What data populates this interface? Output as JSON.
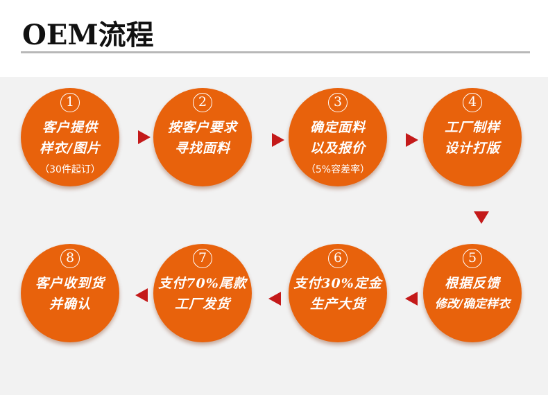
{
  "title": "OEM流程",
  "steps": [
    {
      "num": "1",
      "lines": [
        "客户提供",
        "样衣/图片"
      ],
      "note": "（30件起订）"
    },
    {
      "num": "2",
      "lines": [
        "按客户要求",
        "寻找面料"
      ],
      "note": ""
    },
    {
      "num": "3",
      "lines": [
        "确定面料",
        "以及报价"
      ],
      "note": "（5%容差率）"
    },
    {
      "num": "4",
      "lines": [
        "工厂制样",
        "设计打版"
      ],
      "note": ""
    },
    {
      "num": "5",
      "lines": [
        "根据反馈",
        "修改/确定样衣"
      ],
      "note": ""
    },
    {
      "num": "6",
      "lines": [
        "支付30%定金",
        "生产大货"
      ],
      "note": ""
    },
    {
      "num": "7",
      "lines": [
        "支付70%尾款",
        "工厂发货"
      ],
      "note": ""
    },
    {
      "num": "8",
      "lines": [
        "客户收到货",
        "并确认"
      ],
      "note": ""
    }
  ],
  "colors": {
    "circle": "#e8620c",
    "arrow": "#c41a1a",
    "panel": "#f2f2f2"
  }
}
